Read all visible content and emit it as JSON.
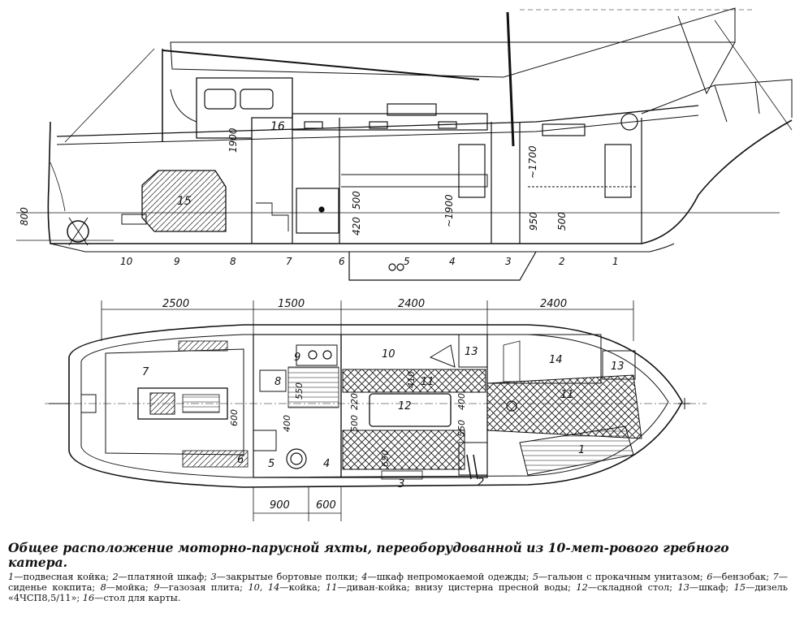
{
  "side_view": {
    "callouts": [
      "10",
      "9",
      "8",
      "7",
      "6",
      "5",
      "4",
      "3",
      "2",
      "1"
    ],
    "room_labels": {
      "engine": "15",
      "chart_table": "16"
    },
    "dims": {
      "d800": "800",
      "d1900a": "1900",
      "d500a": "500",
      "d420": "420",
      "d1900b": "~1900",
      "d1700": "~1700",
      "d950": "950",
      "d500b": "500"
    }
  },
  "plan_view": {
    "top_dims": [
      "2500",
      "1500",
      "2400",
      "2400"
    ],
    "bottom_dims": [
      "900",
      "600"
    ],
    "labels": {
      "l7": "7",
      "l9": "9",
      "l8": "8",
      "l10": "10",
      "l13a": "13",
      "l14": "14",
      "l13b": "13",
      "l11a": "11",
      "l11b": "11",
      "l12": "12",
      "l5": "5",
      "l4": "4",
      "l6": "6",
      "l3": "3",
      "l2": "2",
      "l1": "1"
    },
    "dims": {
      "d550a": "550",
      "d410": "410",
      "d220": "220",
      "d400a": "400",
      "d600": "600",
      "d400b": "400",
      "d500": "500",
      "d550b": "550",
      "d650": "650"
    }
  },
  "caption": {
    "title": "Общее расположение моторно-парусной яхты, переоборудованной из 10-мет-рового гребного катера.",
    "items": [
      {
        "n": "1",
        "t": "подвесная койка;"
      },
      {
        "n": "2",
        "t": "платяной шкаф;"
      },
      {
        "n": "3",
        "t": "закрытые бортовые полки;"
      },
      {
        "n": "4",
        "t": "шкаф непромокаемой одежды;"
      },
      {
        "n": "5",
        "t": "гальюн с прокачным унитазом;"
      },
      {
        "n": "6",
        "t": "бензобак;"
      },
      {
        "n": "7",
        "t": "сиденье кокпита;"
      },
      {
        "n": "8",
        "t": "мойка;"
      },
      {
        "n": "9",
        "t": "газозая плита;"
      },
      {
        "n": "10, 14",
        "t": "койка;"
      },
      {
        "n": "11",
        "t": "диван-койка; внизу цистерна пресной воды;"
      },
      {
        "n": "12",
        "t": "складной стол;"
      },
      {
        "n": "13",
        "t": "шкаф;"
      },
      {
        "n": "15",
        "t": "дизель «4ЧСП8,5/11»;"
      },
      {
        "n": "16",
        "t": "стол для карты."
      }
    ]
  }
}
